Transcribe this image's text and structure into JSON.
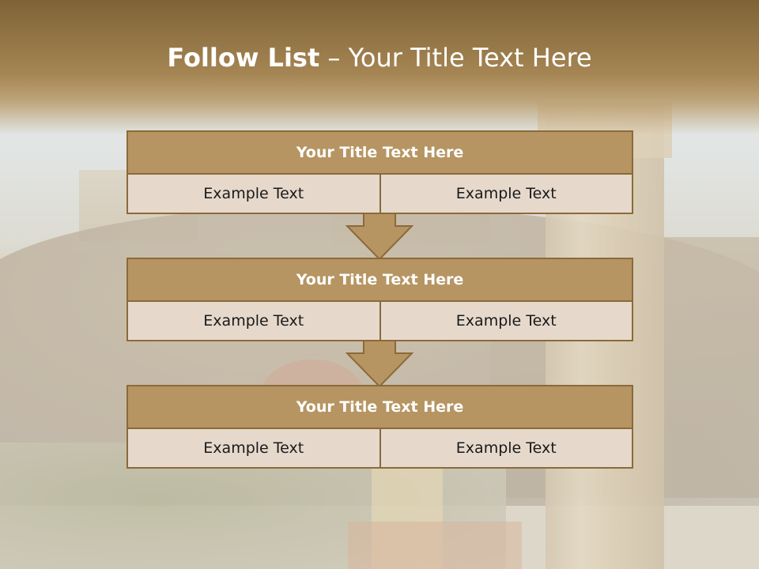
{
  "slide": {
    "title_bold": "Follow List",
    "title_rest": " – Your Title Text Here"
  },
  "blocks": [
    {
      "title": "Your Title Text Here",
      "left": "Example Text",
      "right": "Example Text"
    },
    {
      "title": "Your Title Text Here",
      "left": "Example Text",
      "right": "Example Text"
    },
    {
      "title": "Your Title Text Here",
      "left": "Example Text",
      "right": "Example Text"
    }
  ],
  "colors": {
    "header_brown": "#a58553",
    "block_head": "#b69563",
    "block_border": "#8b6a3a",
    "cell_fill": "#e6d9cc"
  }
}
